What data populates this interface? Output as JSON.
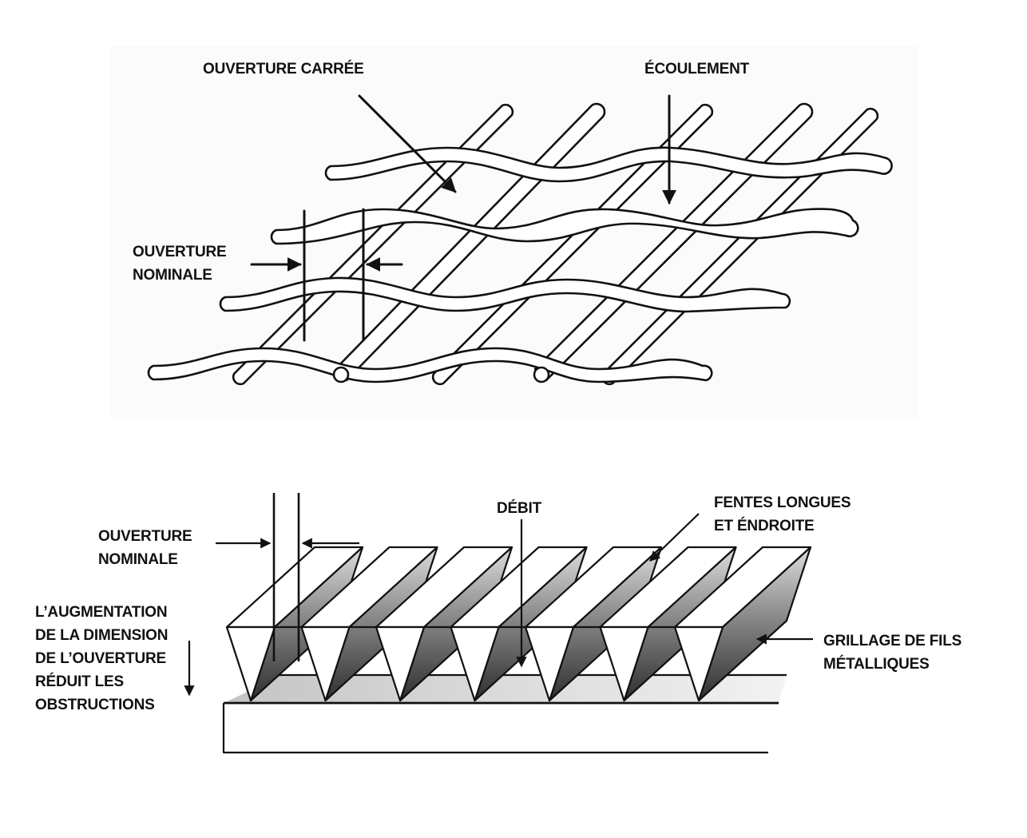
{
  "colors": {
    "stroke": "#111111",
    "background": "#ffffff",
    "panel": "#fbfbfb",
    "slot_light": "#e2e2e2",
    "wire_dark": "#3a3a3a",
    "wire_light": "#d8d8d8",
    "base_shade": "#d4d4d4"
  },
  "woven_mesh": {
    "labels": {
      "square_opening": "OUVERTURE CARRÉE",
      "flow": "ÉCOULEMENT",
      "nominal_opening_line1": "OUVERTURE",
      "nominal_opening_line2": "NOMINALE"
    }
  },
  "wedge_wire": {
    "labels": {
      "nominal_opening_line1": "OUVERTURE",
      "nominal_opening_line2": "NOMINALE",
      "flow_rate": "DÉBIT",
      "long_slots_line1": "FENTES LONGUES",
      "long_slots_line2": "ET ÉNDROITE",
      "wire_grid_line1": "GRILLAGE DE FILS",
      "wire_grid_line2": "MÉTALLIQUES",
      "clogging_line1": "L’AUGMENTATION",
      "clogging_line2": "DE LA DIMENSION",
      "clogging_line3": "DE L’OUVERTURE",
      "clogging_line4": "RÉDUIT LES",
      "clogging_line5": "OBSTRUCTIONS"
    }
  }
}
